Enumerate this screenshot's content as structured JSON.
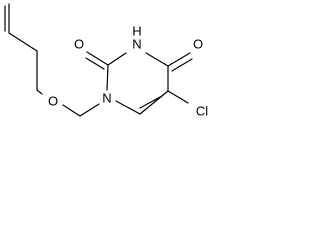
{
  "diagram": {
    "atoms": {
      "o_ether": "O",
      "n_ring": "N",
      "o_c2": "O",
      "nh": "H",
      "n_nh": "N",
      "o_c4": "O",
      "cl": "Cl"
    },
    "colors": {
      "bond": "#000000",
      "text": "#000000",
      "background": "#ffffff"
    }
  }
}
